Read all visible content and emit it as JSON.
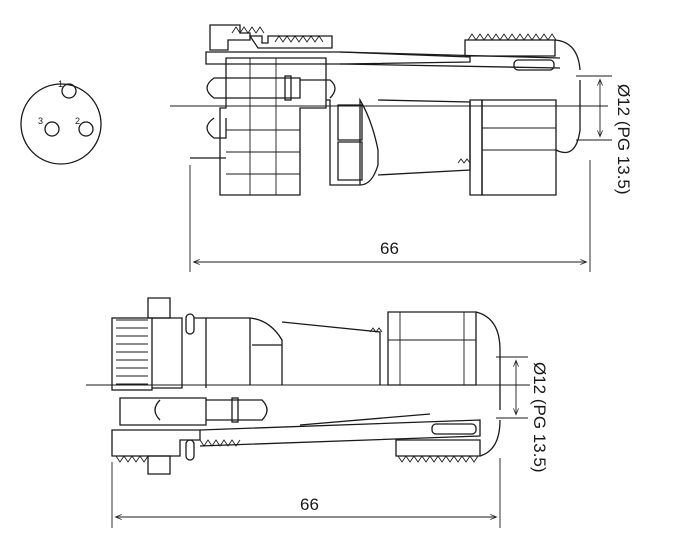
{
  "pin_face": {
    "pins": [
      {
        "label": "1"
      },
      {
        "label": "2"
      },
      {
        "label": "3"
      }
    ]
  },
  "views": [
    {
      "length_label": "66",
      "cable_label": "Ø12 (PG 13.5)"
    },
    {
      "length_label": "66",
      "cable_label": "Ø12 (PG 13.5)"
    }
  ],
  "colors": {
    "line": "#1a1a1a",
    "background": "#ffffff"
  }
}
